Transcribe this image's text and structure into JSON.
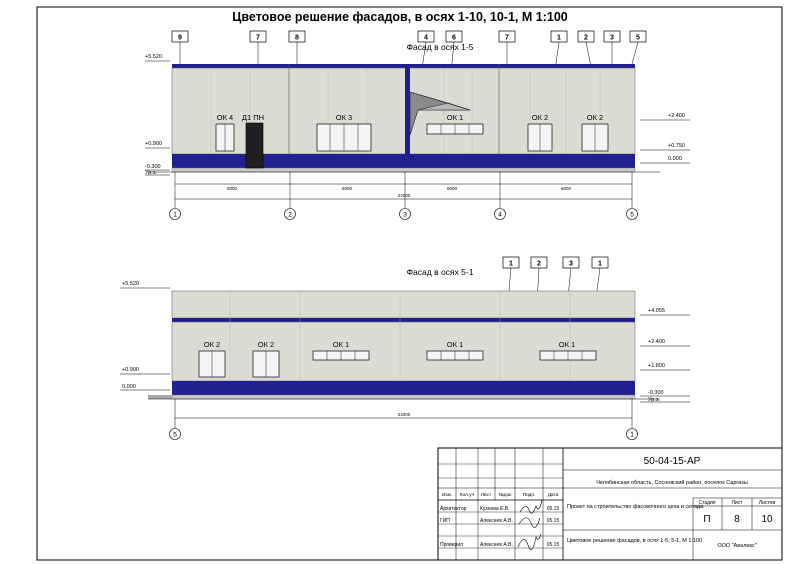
{
  "sheet_title": "Цветовое решение фасадов, в осях 1-10, 10-1, М 1:100",
  "facade1": {
    "title": "Фасад в осях 1-5",
    "callouts": [
      "9",
      "7",
      "8",
      "4",
      "6",
      "7",
      "1",
      "2",
      "3",
      "5"
    ],
    "levels": {
      "top": "+5.520",
      "mid": "+0.900",
      "ground": "-0.300",
      "ur": "Ур.з.",
      "r1": "+2.400",
      "r2": "+0.750",
      "r3": "0.000"
    },
    "windows": [
      "ОК 4",
      "ОК 3",
      "ОК 1",
      "ОК 2",
      "ОК 2"
    ],
    "door": "Д1 ПН",
    "dims": [
      "6000",
      "6000",
      "6000",
      "6000"
    ],
    "total": "24000",
    "axes": [
      "1",
      "2",
      "3",
      "4",
      "5"
    ]
  },
  "facade2": {
    "title": "Фасад в осях 5-1",
    "callouts": [
      "1",
      "2",
      "3",
      "1"
    ],
    "levels": {
      "top": "+5.520",
      "mid": "+0.900",
      "zero": "0.000",
      "r1": "+4.055",
      "r2": "+2.400",
      "r3": "+1.800",
      "r4": "-0.300",
      "ur": "Ур.з."
    },
    "windows": [
      "ОК 2",
      "ОК 2",
      "ОК 1",
      "ОК 1",
      "ОК 1"
    ],
    "total": "24000",
    "axes": [
      "5",
      "1"
    ]
  },
  "title_block": {
    "code": "50-04-15-АР",
    "location": "Челябинская область, Сосновский район, поселок Саргазы",
    "header": [
      "Изм.",
      "Кол.уч",
      "Лист",
      "№док",
      "Подп.",
      "Дата"
    ],
    "project": "Проект на строительство фасовочного цеха и склада",
    "sheet_desc": "Цветовое решение фасадов, в осях 1-5, 5-1, М 1:100",
    "stage_label": "Стадия",
    "sheet_label": "Лист",
    "sheets_label": "Листов",
    "stage": "П",
    "sheet": "8",
    "sheets": "10",
    "company": "ООО \"Авалекс\"",
    "rows": [
      {
        "role": "Архитектор",
        "name": "Кузнова Е.В.",
        "date": "05.15"
      },
      {
        "role": "ГИП",
        "name": "Алексеев А.В.",
        "date": "05.15"
      },
      {
        "role": "Проверил",
        "name": "Алексеев А.В.",
        "date": "05.15"
      }
    ]
  },
  "colors": {
    "panel": "#dcdcd4",
    "blue": "#202090",
    "line": "#000000"
  }
}
